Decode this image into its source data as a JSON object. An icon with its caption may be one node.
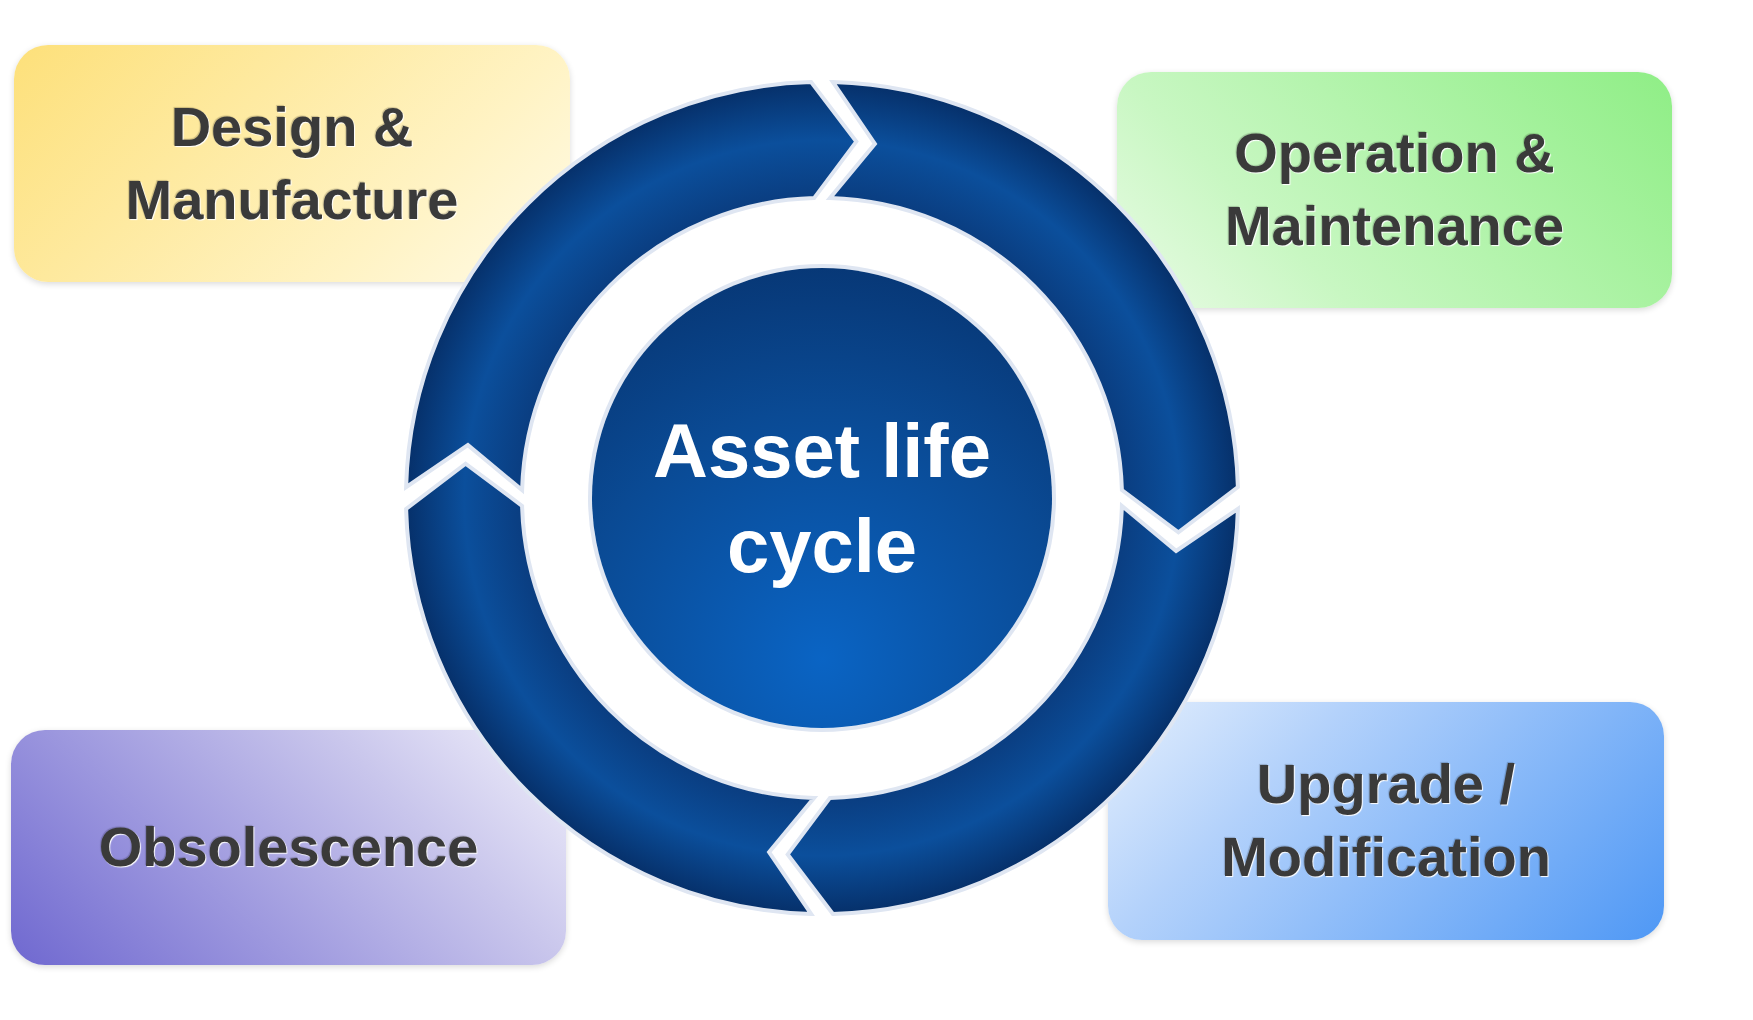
{
  "diagram": {
    "nodes": [
      {
        "text": [
          "Design & Manufacture"
        ]
      },
      {
        "text": [
          "Operation & Maintenance"
        ]
      },
      {
        "text": [
          "Asset life cycle"
        ]
      },
      {
        "text": [
          "Upgrade / Modification"
        ]
      },
      {
        "text": [
          "Obsolescence"
        ]
      }
    ]
  }
}
